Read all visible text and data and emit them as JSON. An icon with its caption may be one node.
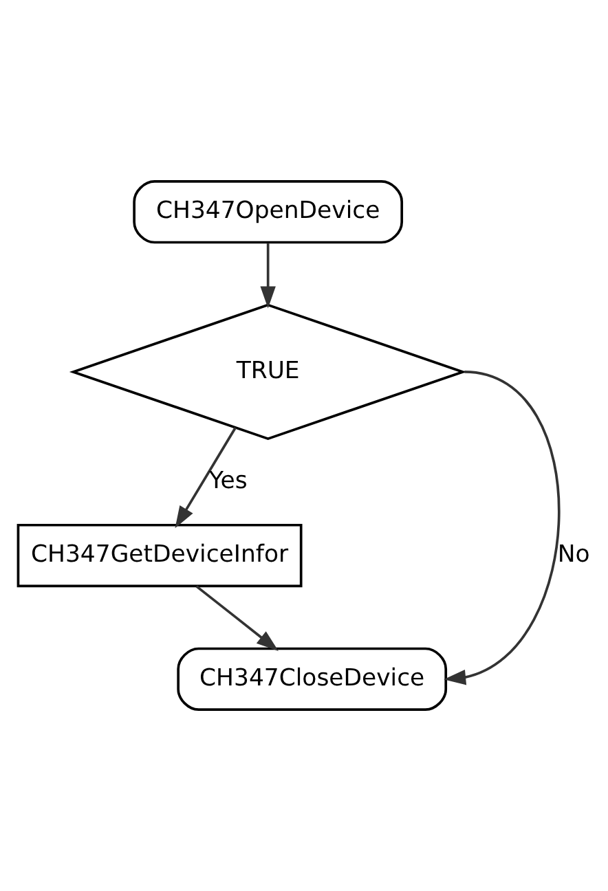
{
  "diagram": {
    "nodes": [
      {
        "text": [
          "CH347OpenDevice"
        ]
      },
      {
        "text": [
          "TRUE"
        ]
      },
      {
        "text": [
          "CH347GetDeviceInfor"
        ]
      },
      {
        "text": [
          "CH347CloseDevice"
        ]
      }
    ],
    "edges": [
      {
        "from": 0,
        "to": 1,
        "arrow": "to"
      },
      {
        "from": 1,
        "to": 2,
        "arrow": "to",
        "label": "Yes"
      },
      {
        "from": 2,
        "to": 3,
        "arrow": "to"
      },
      {
        "from": 1,
        "to": 3,
        "arrow": "to",
        "label": "No"
      }
    ]
  }
}
